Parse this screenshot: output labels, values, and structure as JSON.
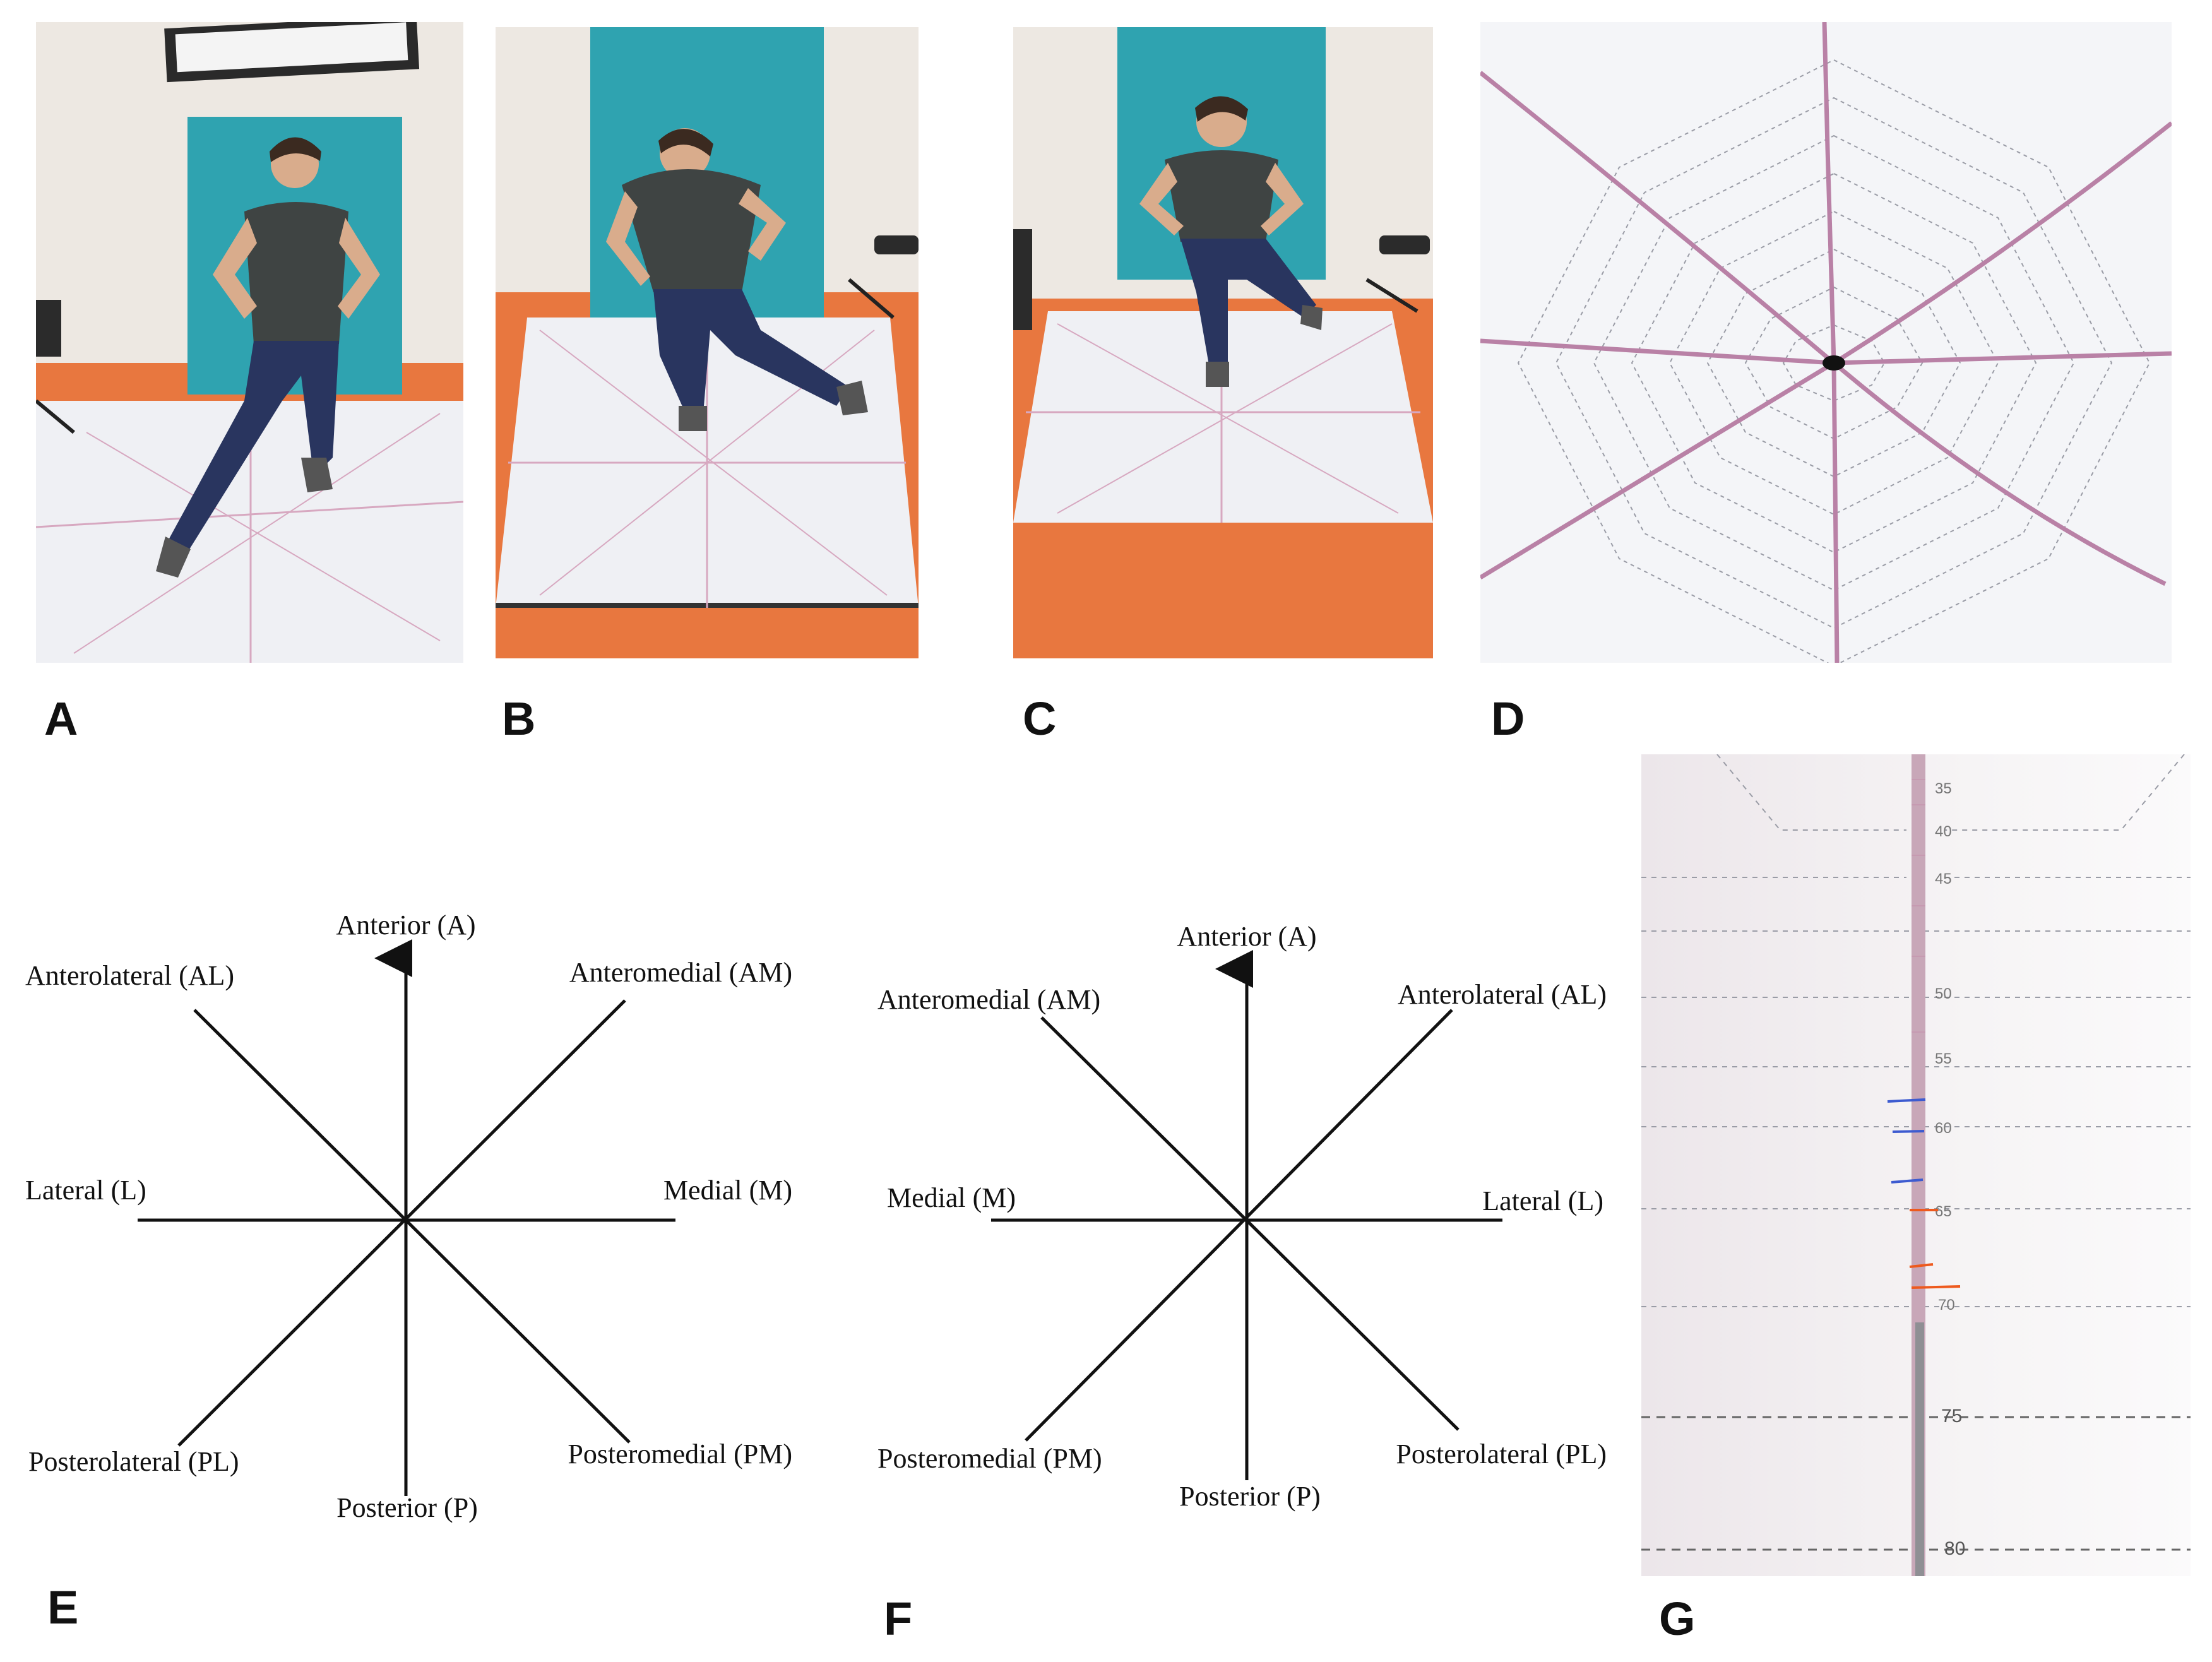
{
  "panels": {
    "A": {
      "label": "A"
    },
    "B": {
      "label": "B"
    },
    "C": {
      "label": "C"
    },
    "D": {
      "label": "D"
    },
    "E": {
      "label": "E",
      "anterior": "Anterior (A)",
      "anterolateral": "Anterolateral (AL)",
      "anteromedial": "Anteromedial (AM)",
      "lateral": "Lateral (L)",
      "medial": "Medial (M)",
      "posterolateral": "Posterolateral (PL)",
      "posterior": "Posterior (P)",
      "posteromedial": "Posteromedial (PM)"
    },
    "F": {
      "label": "F",
      "anterior": "Anterior (A)",
      "anteromedial": "Anteromedial (AM)",
      "anterolateral": "Anterolateral (AL)",
      "medial": "Medial (M)",
      "lateral": "Lateral (L)",
      "posteromedial": "Posteromedial (PM)",
      "posterior": "Posterior (P)",
      "posterolateral": "Posterolateral (PL)"
    },
    "G": {
      "label": "G",
      "ticks": [
        "50",
        "55",
        "60",
        "65",
        "70",
        "75",
        "80"
      ]
    }
  },
  "colors": {
    "orange_floor": "#e8773f",
    "teal_panel": "#2fa3b0",
    "wall": "#ece6df",
    "mat": "#eef0f4",
    "pink_line": "#b981a6",
    "blue_mark": "#3d5bd0",
    "orange_mark": "#ee5a1e"
  }
}
